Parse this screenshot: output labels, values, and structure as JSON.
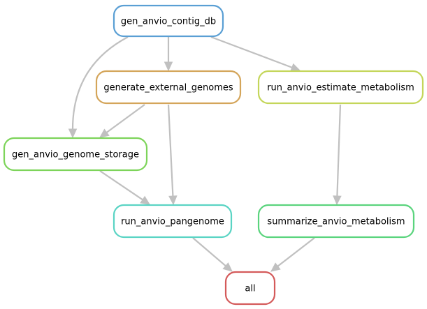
{
  "nodes": [
    {
      "id": "contig",
      "label": "gen_anvio_contig_db",
      "color": "#5a9fd4"
    },
    {
      "id": "external",
      "label": "generate_external_genomes",
      "color": "#d4a55a"
    },
    {
      "id": "estimate",
      "label": "run_anvio_estimate_metabolism",
      "color": "#c4d65a"
    },
    {
      "id": "storage",
      "label": "gen_anvio_genome_storage",
      "color": "#7dd45a"
    },
    {
      "id": "pangenome",
      "label": "run_anvio_pangenome",
      "color": "#5ad4c4"
    },
    {
      "id": "summarize",
      "label": "summarize_anvio_metabolism",
      "color": "#5ad47d"
    },
    {
      "id": "all",
      "label": "all",
      "color": "#d45a5a"
    }
  ],
  "edges": [
    {
      "from": "contig",
      "to": "external"
    },
    {
      "from": "contig",
      "to": "estimate"
    },
    {
      "from": "contig",
      "to": "storage"
    },
    {
      "from": "external",
      "to": "storage"
    },
    {
      "from": "external",
      "to": "pangenome"
    },
    {
      "from": "storage",
      "to": "pangenome"
    },
    {
      "from": "estimate",
      "to": "summarize"
    },
    {
      "from": "pangenome",
      "to": "all"
    },
    {
      "from": "summarize",
      "to": "all"
    }
  ]
}
